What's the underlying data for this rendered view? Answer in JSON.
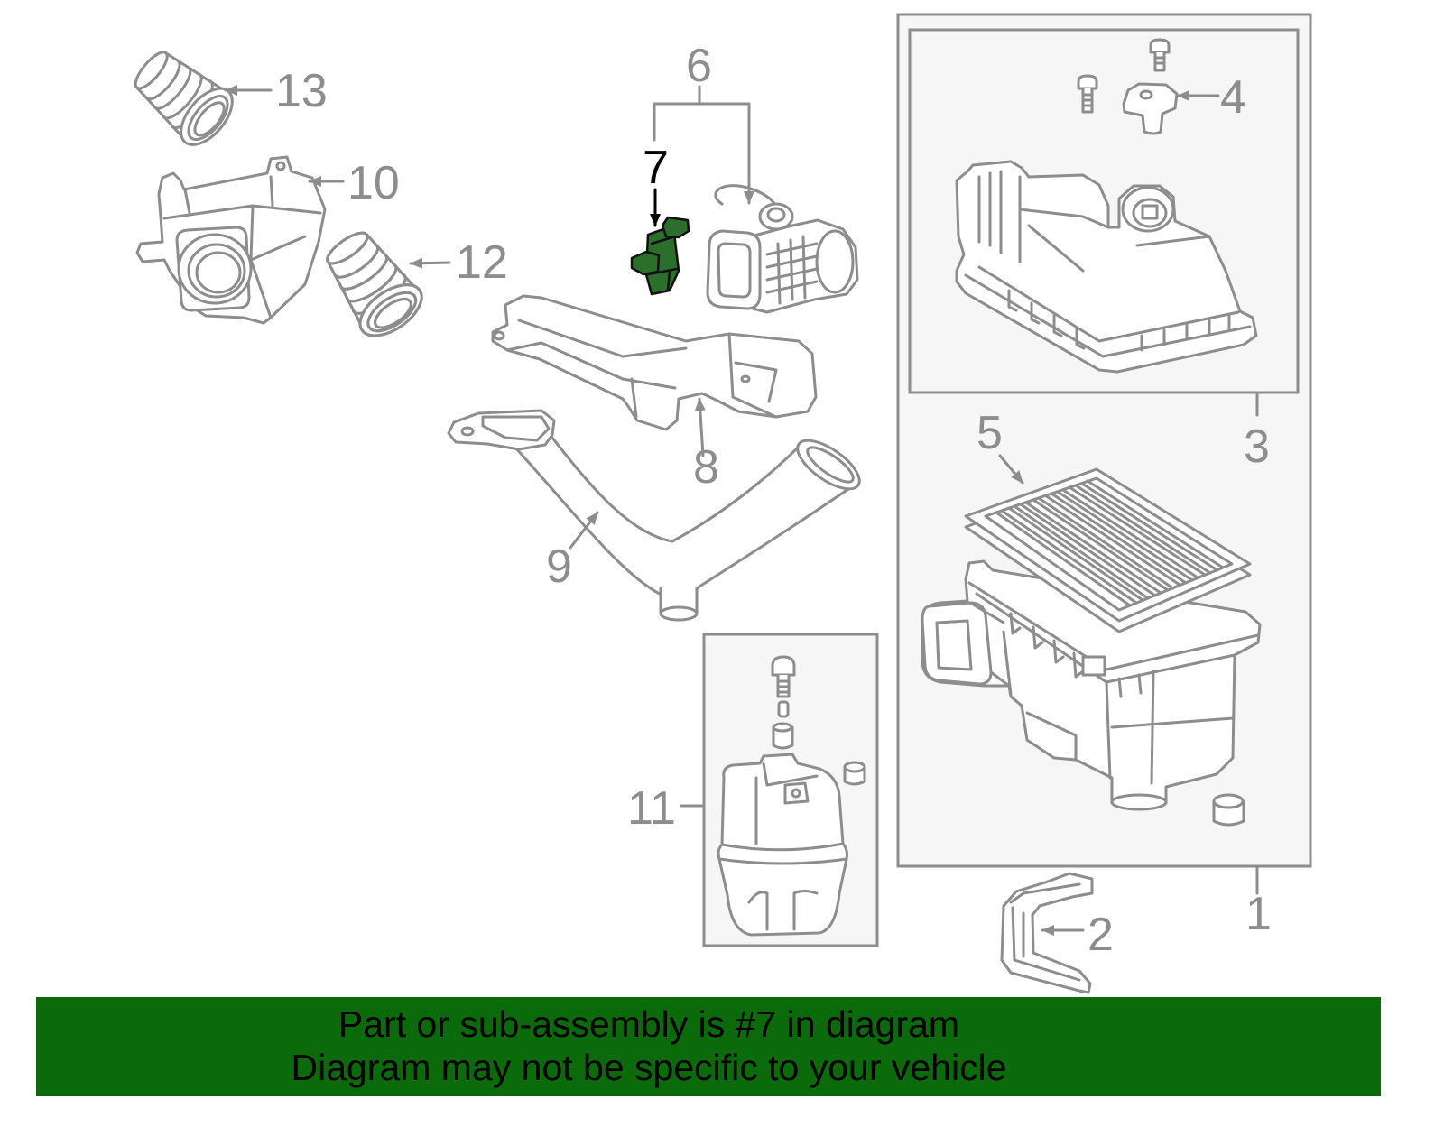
{
  "diagram": {
    "callouts": {
      "part_1": "1",
      "part_2": "2",
      "part_3": "3",
      "part_4": "4",
      "part_5": "5",
      "part_6": "6",
      "part_7": "7",
      "part_8": "8",
      "part_9": "9",
      "part_10": "10",
      "part_11": "11",
      "part_12": "12",
      "part_13": "13"
    }
  },
  "banner": {
    "line1": "Part or sub-assembly is #7 in diagram",
    "line2": "Diagram may not be specific to your vehicle"
  },
  "colors": {
    "line": "#8d8d8d",
    "part_fill": "#ffffff",
    "panel": "#f6f6f6",
    "highlight": "#2b6f2b",
    "highlight_stroke": "#111111",
    "highlight_label": "#000000",
    "banner": "#0b6b0b",
    "banner_text": "#000000"
  }
}
